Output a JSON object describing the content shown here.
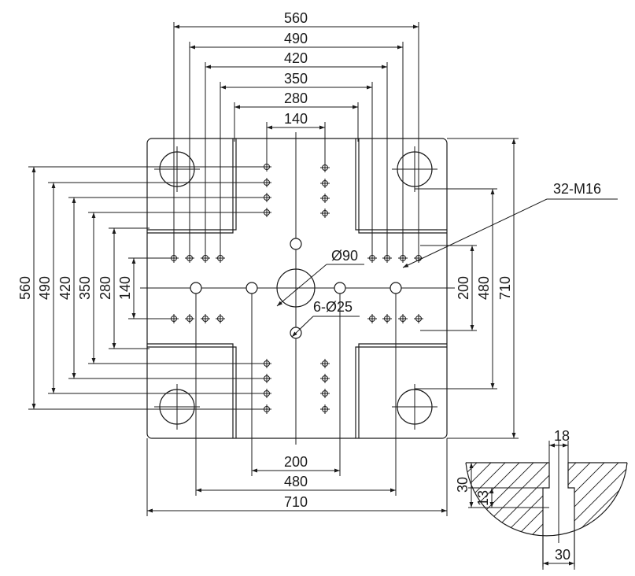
{
  "top_dimensions": [
    "560",
    "490",
    "420",
    "350",
    "280",
    "140"
  ],
  "left_dimensions": [
    "560",
    "490",
    "420",
    "350",
    "280",
    "140"
  ],
  "right_dimensions": [
    "200",
    "480",
    "710"
  ],
  "bottom_dimensions": [
    "200",
    "480",
    "710"
  ],
  "callouts": {
    "tapped_holes": "32-M16",
    "center_bore": "Ø90",
    "through_holes": "6-Ø25"
  },
  "tslot_detail": {
    "top_width": "18",
    "depth_total": "30",
    "depth_neck": "13",
    "bottom_width": "30"
  }
}
